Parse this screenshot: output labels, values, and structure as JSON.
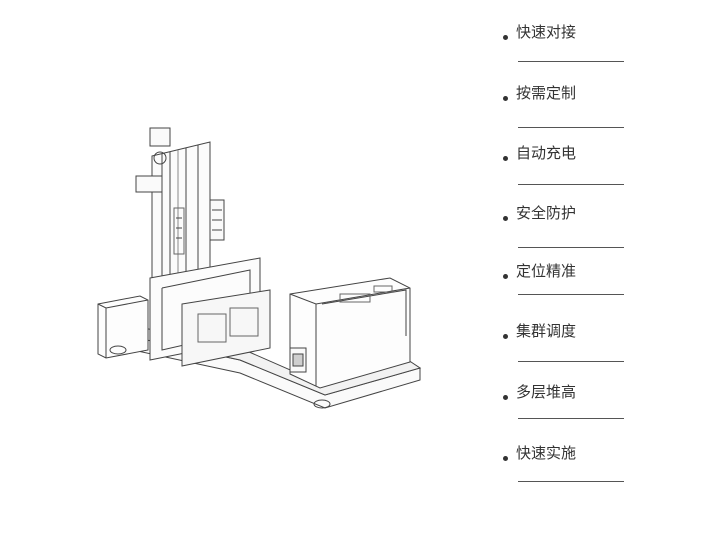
{
  "features": [
    {
      "label": "快速对接"
    },
    {
      "label": "按需定制"
    },
    {
      "label": "自动充电"
    },
    {
      "label": "安全防护"
    },
    {
      "label": "定位精准"
    },
    {
      "label": "集群调度"
    },
    {
      "label": "多层堆高"
    },
    {
      "label": "快速实施"
    }
  ],
  "illustration": {
    "icon": "agv-forklift-robot-sketch"
  }
}
